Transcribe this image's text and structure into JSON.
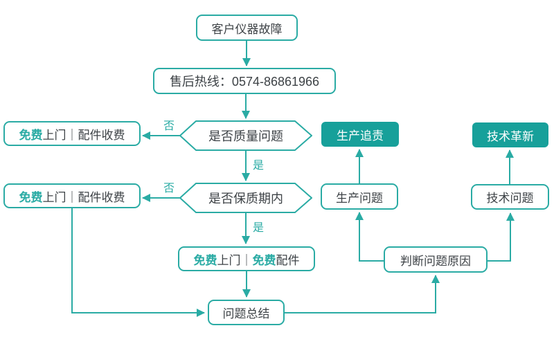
{
  "colors": {
    "accent": "#2aaba4",
    "fill_teal": "#17a09a",
    "text_dark": "#3d4246"
  },
  "nodes": {
    "start": {
      "label": "客户仪器故障"
    },
    "hotline": {
      "label": "售后热线：0574-86861966"
    },
    "decision_quality": {
      "label": "是否质量问题"
    },
    "decision_warranty": {
      "label": "是否保质期内"
    },
    "free_visit_paid_parts_top": {
      "parts": [
        {
          "text": "免费",
          "accent": true
        },
        {
          "text": "上门｜配件收费",
          "accent": false
        }
      ]
    },
    "free_visit_paid_parts_bottom": {
      "parts": [
        {
          "text": "免费",
          "accent": true
        },
        {
          "text": "上门｜配件收费",
          "accent": false
        }
      ]
    },
    "free_visit_free_parts": {
      "parts": [
        {
          "text": "免费",
          "accent": true
        },
        {
          "text": "上门｜",
          "accent": false
        },
        {
          "text": "免费",
          "accent": true
        },
        {
          "text": "配件",
          "accent": false
        }
      ]
    },
    "summary": {
      "label": "问题总结"
    },
    "judge_cause": {
      "label": "判断问题原因"
    },
    "production_issue": {
      "label": "生产问题"
    },
    "production_accountability": {
      "label": "生产追责"
    },
    "tech_issue": {
      "label": "技术问题"
    },
    "tech_innovation": {
      "label": "技术革新"
    }
  },
  "edge_labels": {
    "no": "否",
    "yes": "是"
  }
}
